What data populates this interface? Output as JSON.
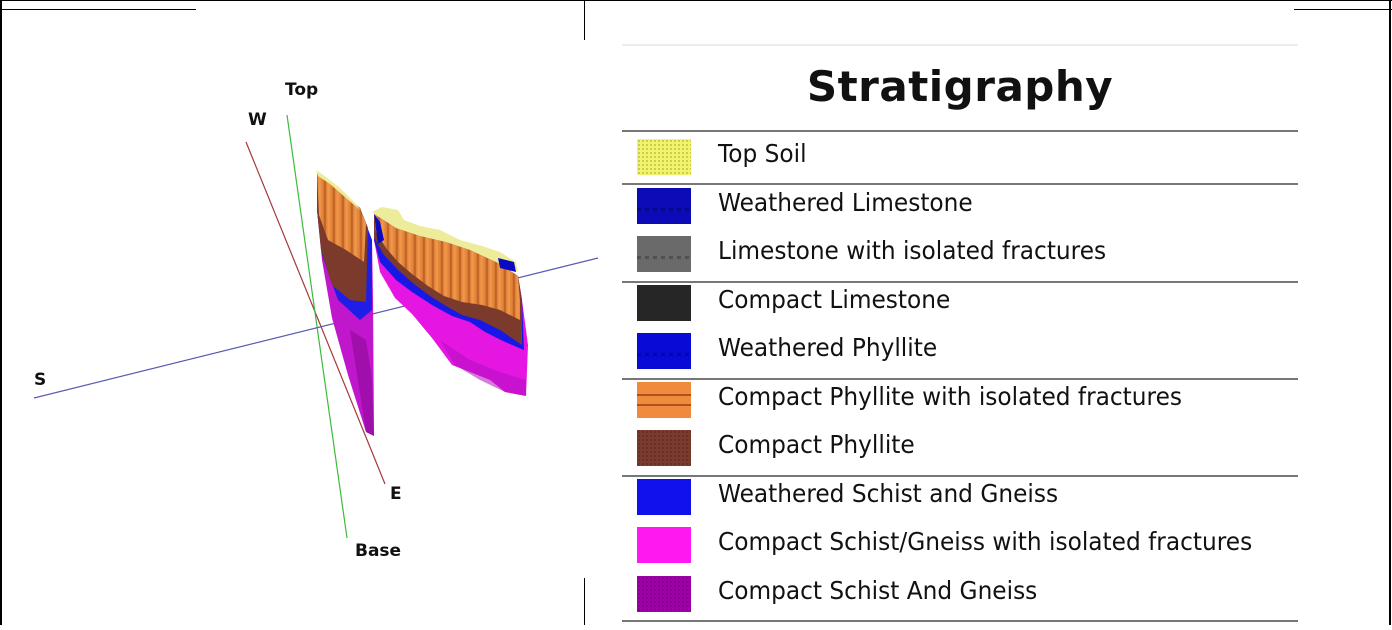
{
  "model": {
    "axis_labels": {
      "top": "Top",
      "base": "Base",
      "w": "W",
      "e": "E",
      "s": "S"
    }
  },
  "legend": {
    "title": "Stratigraphy",
    "items": [
      {
        "label": "Top Soil",
        "color": "#f3f36a",
        "pattern": "dots"
      },
      {
        "label": "Weathered Limestone",
        "color": "#0b0bb8",
        "pattern": "dash"
      },
      {
        "label": "Limestone with isolated fractures",
        "color": "#6a6a6a",
        "pattern": "dash"
      },
      {
        "label": "Compact Limestone",
        "color": "#262626",
        "pattern": "none"
      },
      {
        "label": "Weathered Phyllite",
        "color": "#0a0ad6",
        "pattern": "dash"
      },
      {
        "label": "Compact Phyllite with isolated fractures",
        "color": "#f08a3c",
        "pattern": "lines"
      },
      {
        "label": "Compact Phyllite",
        "color": "#7a3b2e",
        "pattern": "dots"
      },
      {
        "label": "Weathered Schist and Gneiss",
        "color": "#1111ee",
        "pattern": "none"
      },
      {
        "label": "Compact Schist/Gneiss with isolated fractures",
        "color": "#ff18f0",
        "pattern": "none"
      },
      {
        "label": "Compact Schist And Gneiss",
        "color": "#a000a8",
        "pattern": "dots"
      }
    ]
  }
}
